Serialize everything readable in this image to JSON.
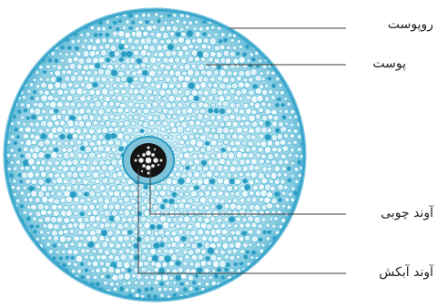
{
  "labels": {
    "epidermis": "روپوست",
    "cortex": "پوست",
    "xylem": "آوند چوبی",
    "phloem": "آوند آبکش"
  },
  "colors": {
    "tissue_light": "#c6e8f2",
    "tissue_mid": "#8fd0e4",
    "cell_wall": "#56b8d6",
    "dark_cell": "#2a9cc2",
    "edge_blue": "#1f8fb8",
    "vascular_dark": "#141414",
    "vascular_cell": "#f2f2f2",
    "leader_line": "#3a3a3a",
    "label_text": "#231f20"
  }
}
